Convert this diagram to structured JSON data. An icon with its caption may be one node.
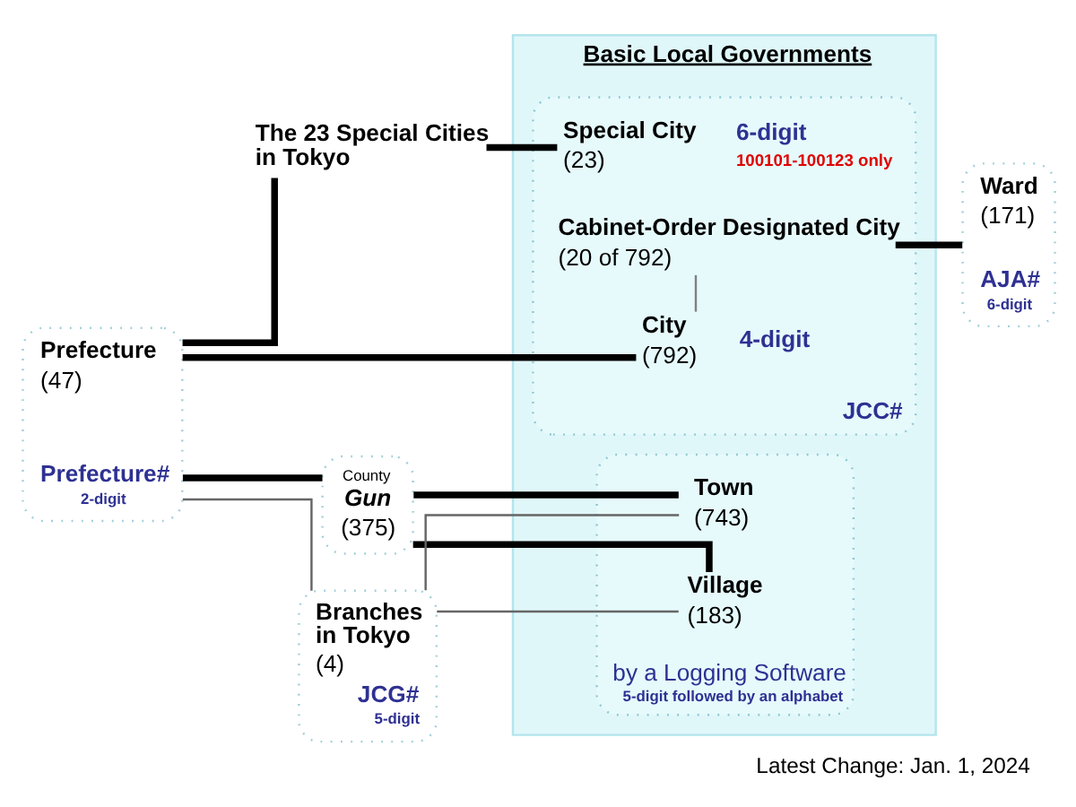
{
  "diagram": {
    "caption": "Latest Change: Jan. 1, 2024",
    "nodes": [
      {
        "text": [
          "Prefecture",
          "(47)",
          "Prefecture#",
          "2-digit"
        ]
      },
      {
        "text": [
          "The 23 Special Cities in Tokyo"
        ]
      },
      {
        "text": [
          "Basic Local Governments"
        ]
      },
      {
        "text": [
          "JCC#"
        ],
        "in": 2
      },
      {
        "text": [
          "Special City",
          "(23)"
        ],
        "in": 3,
        "beside": [
          "6-digit",
          "100101-100123 only"
        ]
      },
      {
        "text": [
          "Cabinet-Order Designated City",
          "(20 of 792)"
        ],
        "in": 3
      },
      {
        "text": [
          "City",
          "(792)"
        ],
        "in": 3,
        "beside": [
          "4-digit"
        ]
      },
      {
        "text": [
          "Ward",
          "(171)",
          "AJA#",
          "6-digit"
        ]
      },
      {
        "text": [
          "County",
          "Gun",
          "(375)"
        ]
      },
      {
        "text": [
          "by a Logging Software",
          "5-digit followed by an alphabet"
        ],
        "in": 2
      },
      {
        "text": [
          "Town",
          "(743)"
        ],
        "in": 9
      },
      {
        "text": [
          "Village",
          "(183)"
        ],
        "in": 9
      },
      {
        "text": [
          "Branches in Tokyo",
          "(4)",
          "JCG#",
          "5-digit"
        ]
      }
    ],
    "edges": [
      {
        "from": 0,
        "to": 1,
        "arrow": "none"
      },
      {
        "from": 1,
        "to": 4,
        "arrow": "none"
      },
      {
        "from": 0,
        "to": 6,
        "arrow": "none"
      },
      {
        "from": 0,
        "to": 8,
        "arrow": "none"
      },
      {
        "from": 8,
        "to": 10,
        "arrow": "none"
      },
      {
        "from": 8,
        "to": 11,
        "arrow": "none"
      },
      {
        "from": 5,
        "to": 7,
        "arrow": "none"
      },
      {
        "from": 5,
        "to": 6,
        "arrow": "none",
        "color": "#808080"
      },
      {
        "from": 0,
        "to": 12,
        "arrow": "none",
        "color": "#666666"
      },
      {
        "from": 12,
        "to": 10,
        "arrow": "none",
        "color": "#666666"
      },
      {
        "from": 12,
        "to": 11,
        "arrow": "none",
        "color": "#666666"
      }
    ]
  }
}
